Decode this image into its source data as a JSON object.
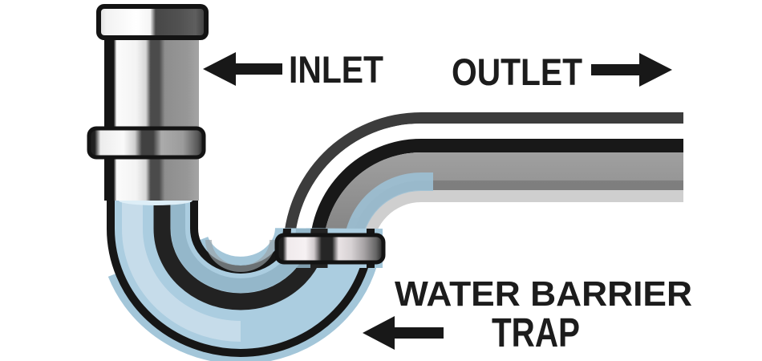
{
  "diagram": {
    "title": "P-trap drain pipe diagram",
    "labels": {
      "inlet": "INLET",
      "outlet": "OUTLET",
      "water_barrier": "WATER BARRIER",
      "trap": "TRAP"
    },
    "arrows": {
      "inlet_direction": "left",
      "outlet_direction": "right",
      "trap_direction": "left"
    },
    "colors": {
      "outline": "#161616",
      "pipe_gray": "#8c8c8c",
      "pipe_gray_light": "#cfcfcf",
      "pipe_dark_band": "#3c3c3c",
      "water_blue": "#abcde0",
      "water_blue_pale": "#c6dcea",
      "water_halo": "#a3c6d9",
      "label_text": "#1c1c1c",
      "background": "#ffffff"
    }
  }
}
